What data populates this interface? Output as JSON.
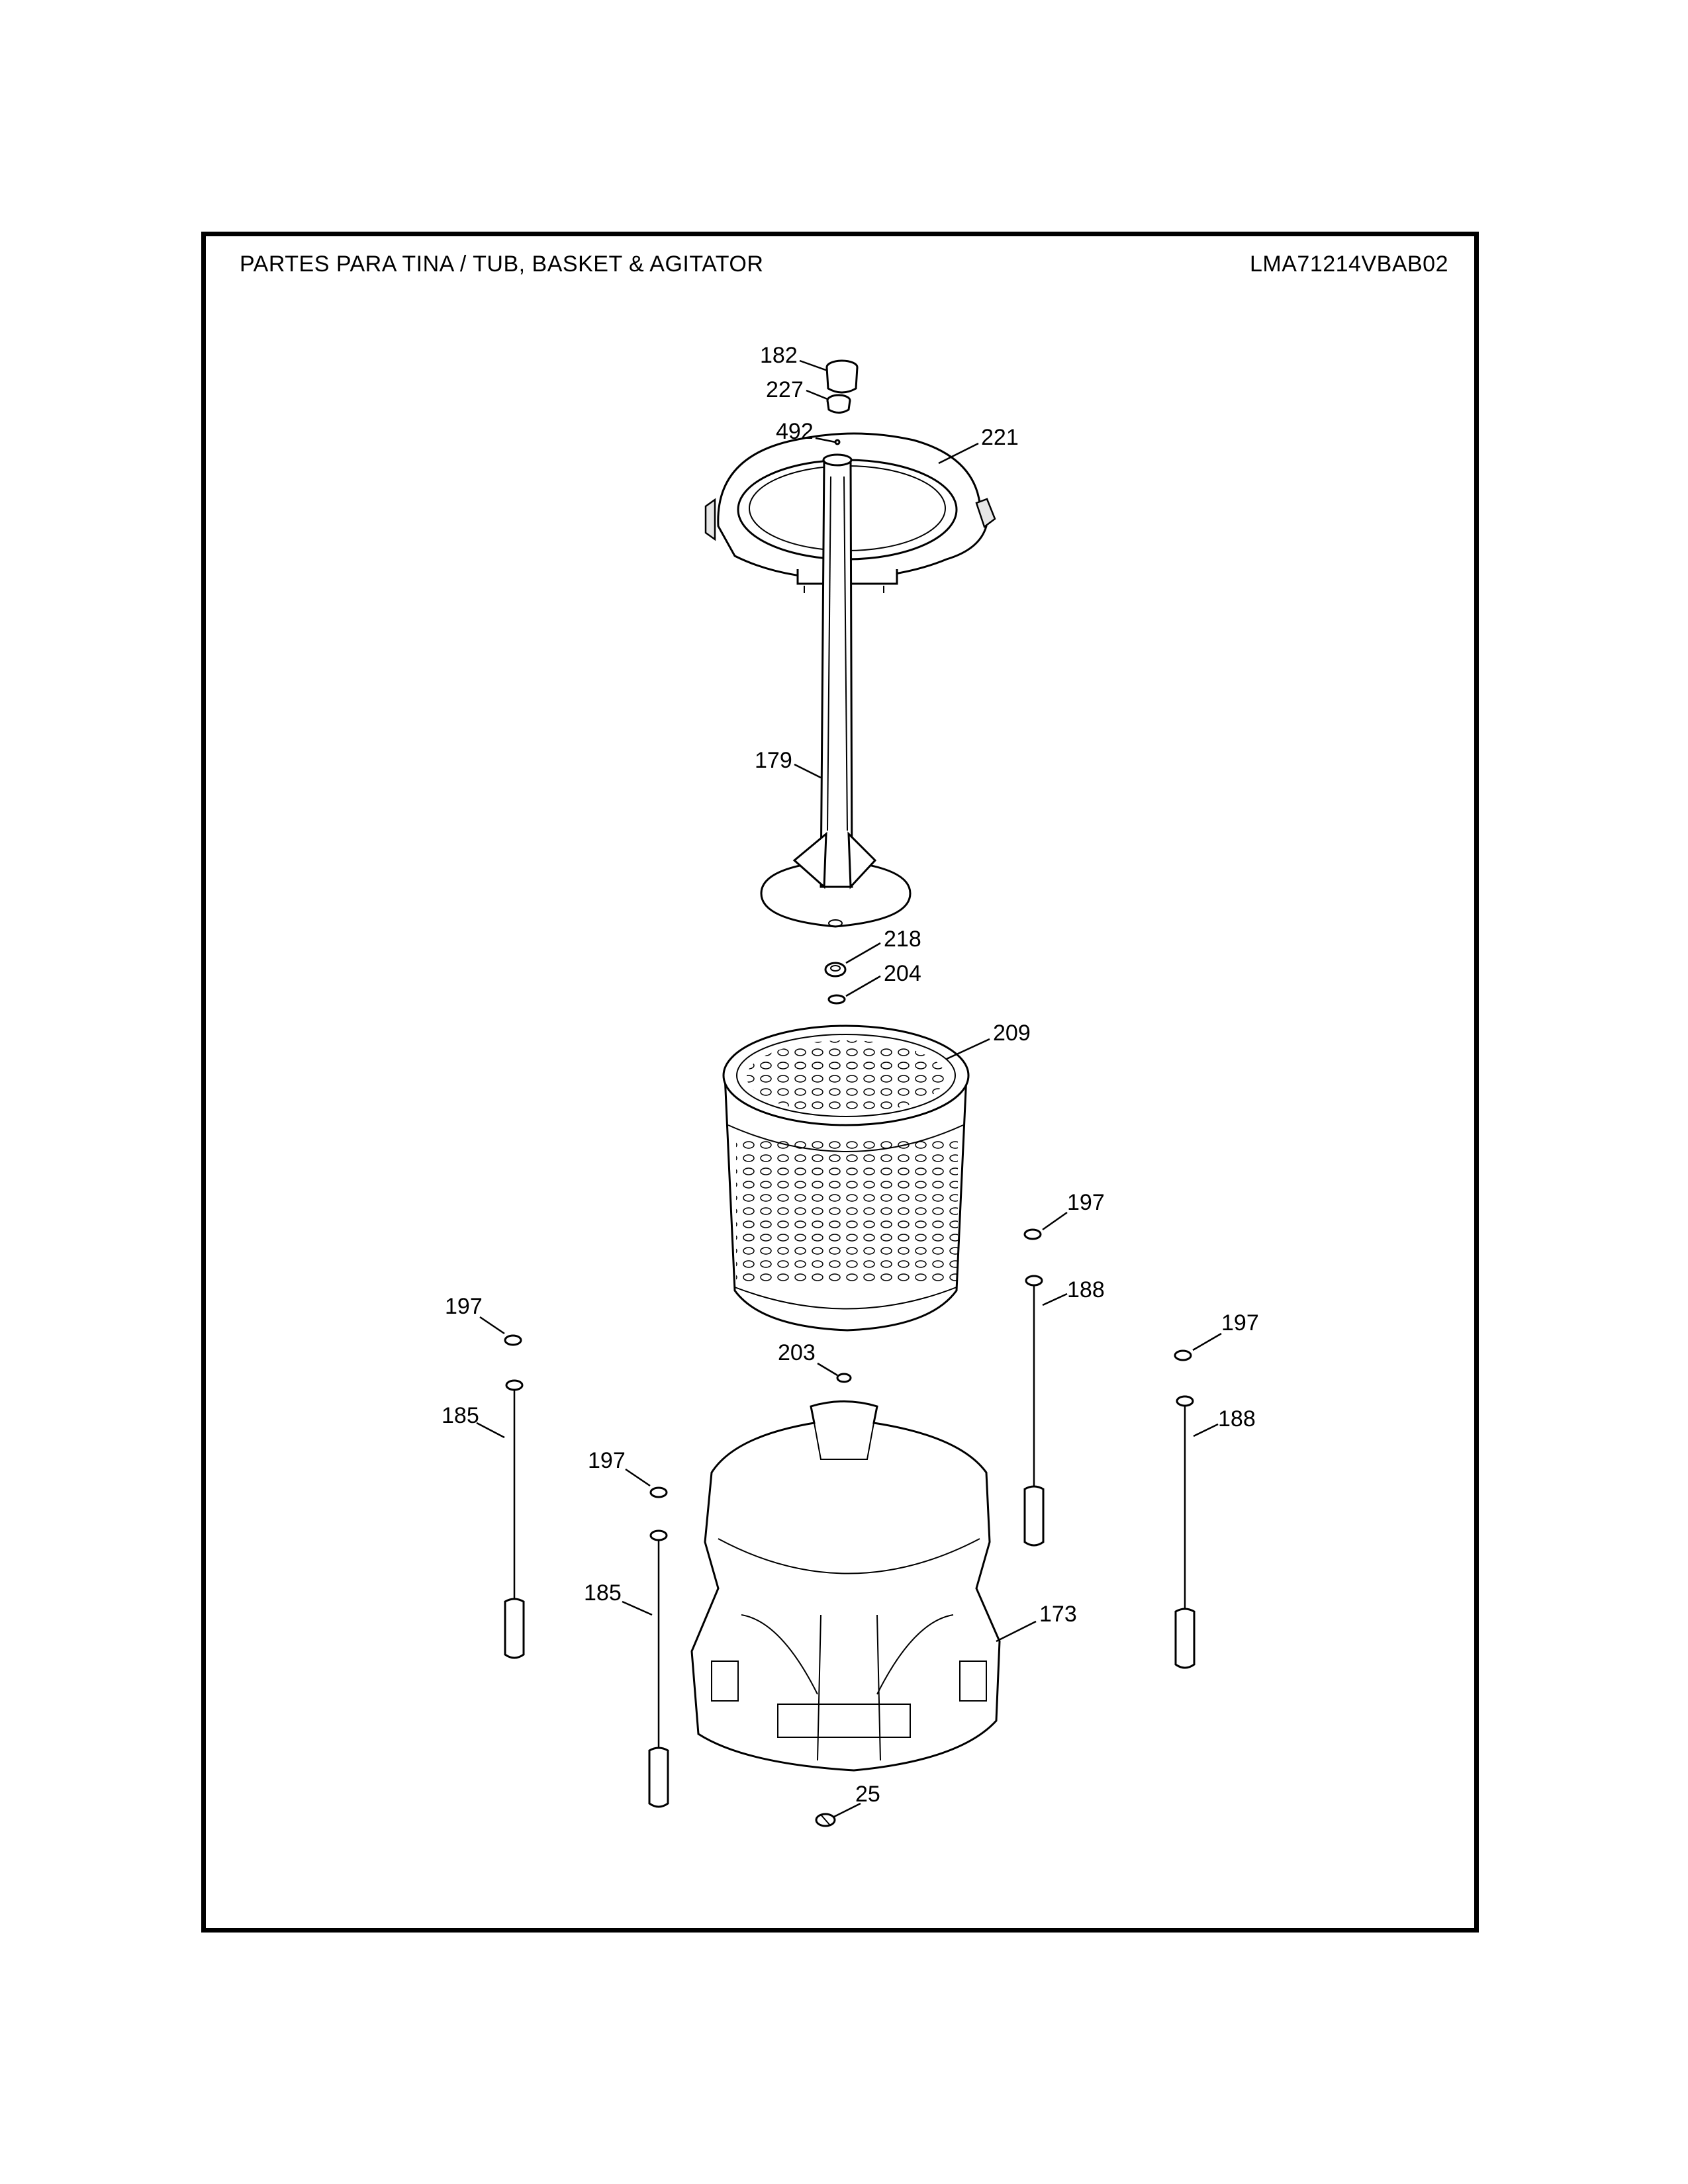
{
  "header": {
    "title": "PARTES PARA TINA  /  TUB, BASKET & AGITATOR",
    "model": "LMA71214VBAB02"
  },
  "callouts": {
    "c221": "221",
    "c182": "182",
    "c227": "227",
    "c492": "492",
    "c179": "179",
    "c218": "218",
    "c204": "204",
    "c209": "209",
    "c197a": "197",
    "c188a": "188",
    "c197b": "197",
    "c188b": "188",
    "c197c": "197",
    "c185a": "185",
    "c203": "203",
    "c197d": "197",
    "c185b": "185",
    "c173": "173",
    "c25": "25"
  }
}
